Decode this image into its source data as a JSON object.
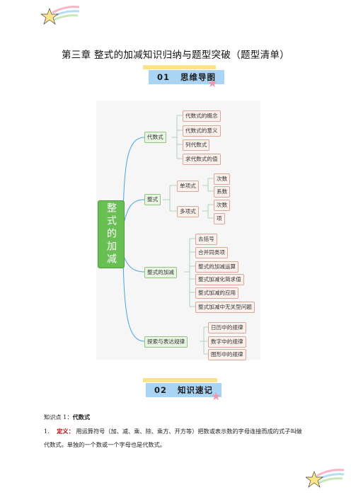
{
  "page": {
    "title": "第三章  整式的加减知识归纳与题型突破（题型清单）"
  },
  "sections": [
    {
      "num": "01",
      "label": "思维导图"
    },
    {
      "num": "02",
      "label": "知识速记"
    }
  ],
  "mindmap": {
    "root": "整式的加减",
    "branches": [
      {
        "label": "代数式",
        "children": [
          "代数式的概念",
          "代数式的意义",
          "列代数式",
          "求代数式的值"
        ]
      },
      {
        "label": "整式",
        "children": [
          "单项式",
          "多项式"
        ],
        "grandchildren": {
          "单项式": [
            "次数",
            "系数"
          ],
          "多项式": [
            "次数",
            "项"
          ]
        }
      },
      {
        "label": "整式的加减",
        "children": [
          "去括号",
          "合并同类项",
          "整式的加减运算",
          "整式加减化简求值",
          "整式加减的应用",
          "整式加减中无关型问题"
        ]
      },
      {
        "label": "探索与表达规律",
        "children": [
          "日历中的规律",
          "数字中的规律",
          "图形中的规律"
        ]
      }
    ]
  },
  "content": {
    "kp1_prefix": "知识点 1：",
    "kp1_title": "代数式",
    "item1_num": "1.",
    "item1_term": "定义：",
    "item1_text1": "用运算符号（加、减、乘、除、乘方、开方等）把数或表示数的字母连接而成的式子叫做",
    "item1_text2": "代数式。单独的一个数或一个字母也是代数式。"
  },
  "colors": {
    "banner_blue": "#a9d4f3",
    "banner_yellow": "#fbe38a",
    "root_green": "#69bf53",
    "line_blue": "#4aa3df",
    "definition_red": "#c00000"
  }
}
